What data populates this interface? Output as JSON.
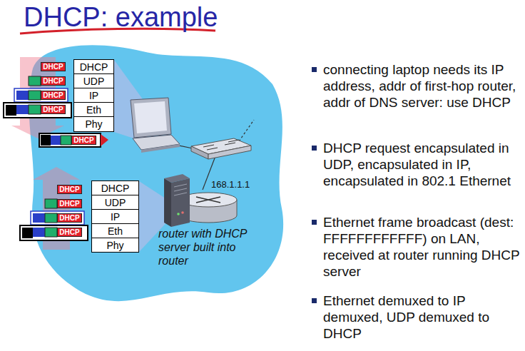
{
  "diagram": {
    "title": "DHCP: example",
    "nodes": [
      {
        "text": [
          "DHCP"
        ]
      },
      {
        "text": [
          "UDP"
        ]
      },
      {
        "text": [
          "IP"
        ]
      },
      {
        "text": [
          "Eth"
        ]
      },
      {
        "text": [
          "Phy"
        ]
      },
      {
        "text": [
          "DHCP"
        ]
      },
      {
        "text": [
          "DHCP"
        ]
      },
      {
        "text": [
          "DHCP"
        ]
      },
      {
        "text": [
          "DHCP"
        ]
      },
      {
        "text": [
          "DHCP"
        ]
      },
      {
        "text": [
          "DHCP"
        ]
      },
      {
        "text": [
          "UDP"
        ]
      },
      {
        "text": [
          "IP"
        ]
      },
      {
        "text": [
          "Eth"
        ]
      },
      {
        "text": [
          "Phy"
        ]
      },
      {
        "text": [
          "DHCP"
        ]
      },
      {
        "text": [
          "DHCP"
        ]
      },
      {
        "text": [
          "DHCP"
        ]
      },
      {
        "text": [
          "DHCP"
        ]
      }
    ],
    "labels": [
      "168.1.1.1",
      "router with DHCP server built into router",
      "connecting laptop needs its IP address, addr of first-hop router, addr of DNS server: use DHCP",
      "DHCP request encapsulated in UDP, encapsulated in IP, encapsulated in 802.1 Ethernet",
      "Ethernet frame broadcast (dest: FFFFFFFFFFFF) on LAN, received at router running DHCP server",
      "Ethernet demuxed to IP demuxed, UDP demuxed to DHCP"
    ]
  }
}
